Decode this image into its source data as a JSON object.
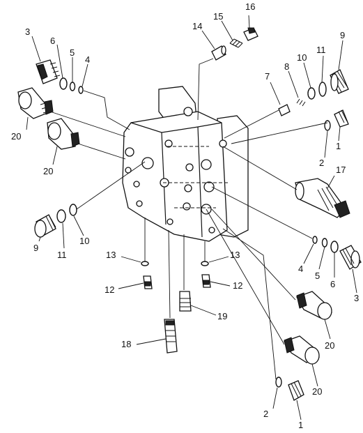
{
  "diagram": {
    "callouts": [
      {
        "id": "c-16",
        "text": "16"
      },
      {
        "id": "c-15",
        "text": "15"
      },
      {
        "id": "c-14",
        "text": "14"
      },
      {
        "id": "c-3a",
        "text": "3"
      },
      {
        "id": "c-6a",
        "text": "6"
      },
      {
        "id": "c-5a",
        "text": "5"
      },
      {
        "id": "c-4a",
        "text": "4"
      },
      {
        "id": "c-9a",
        "text": "9"
      },
      {
        "id": "c-11a",
        "text": "11"
      },
      {
        "id": "c-10a",
        "text": "10"
      },
      {
        "id": "c-8",
        "text": "8"
      },
      {
        "id": "c-7",
        "text": "7"
      },
      {
        "id": "c-20a",
        "text": "20"
      },
      {
        "id": "c-20b",
        "text": "20"
      },
      {
        "id": "c-1a",
        "text": "1"
      },
      {
        "id": "c-2a",
        "text": "2"
      },
      {
        "id": "c-17",
        "text": "17"
      },
      {
        "id": "c-9b",
        "text": "9"
      },
      {
        "id": "c-11b",
        "text": "11"
      },
      {
        "id": "c-10b",
        "text": "10"
      },
      {
        "id": "c-13a",
        "text": "13"
      },
      {
        "id": "c-13b",
        "text": "13"
      },
      {
        "id": "c-4b",
        "text": "4"
      },
      {
        "id": "c-5b",
        "text": "5"
      },
      {
        "id": "c-6b",
        "text": "6"
      },
      {
        "id": "c-3b",
        "text": "3"
      },
      {
        "id": "c-12a",
        "text": "12"
      },
      {
        "id": "c-12b",
        "text": "12"
      },
      {
        "id": "c-19",
        "text": "19"
      },
      {
        "id": "c-18",
        "text": "18"
      },
      {
        "id": "c-20c",
        "text": "20"
      },
      {
        "id": "c-20d",
        "text": "20"
      },
      {
        "id": "c-2b",
        "text": "2"
      },
      {
        "id": "c-1b",
        "text": "1"
      }
    ]
  }
}
